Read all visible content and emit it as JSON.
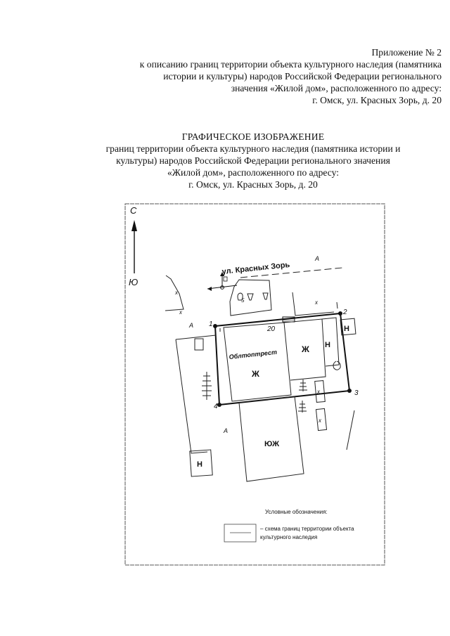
{
  "appendix": {
    "lines": [
      "Приложение № 2",
      "к описанию границ территории объекта культурного наследия (памятника",
      "истории и культуры) народов Российской Федерации регионального",
      "значения «Жилой дом», расположенного по адресу:",
      "г. Омск, ул. Красных Зорь, д. 20"
    ]
  },
  "title": {
    "heading": "ГРАФИЧЕСКОЕ ИЗОБРАЖЕНИЕ",
    "lines": [
      "границ территории объекта культурного наследия (памятника истории и",
      "культуры) народов Российской Федерации регионального значения",
      "«Жилой дом», расположенного по адресу:",
      "г. Омск, ул. Красных Зорь, д. 20"
    ]
  },
  "map": {
    "compass": {
      "north": "С",
      "south": "Ю"
    },
    "street_label": "ул. Красных Зорь",
    "point_labels": [
      "1",
      "2",
      "3",
      "4"
    ],
    "house_number": "20",
    "building_labels": {
      "main_org": "Облтоптрест",
      "residential": "Ж",
      "non_residential": "Н",
      "residential_brick": "Ж",
      "south_block": "ЮЖ",
      "yard_x": "х",
      "area_a": "А"
    },
    "tree_marker_label": "5",
    "legend": {
      "title": "Условные обозначения:",
      "item_line1": "– схема границ территории объекта",
      "item_line2": "культурного наследия"
    }
  }
}
